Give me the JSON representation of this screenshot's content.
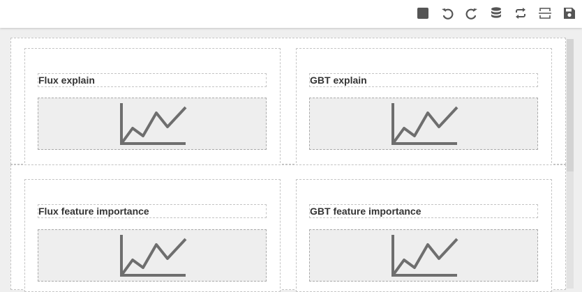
{
  "toolbar": {
    "buttons": [
      {
        "name": "stop-icon",
        "label": "stop"
      },
      {
        "name": "undo-icon",
        "label": "undo"
      },
      {
        "name": "redo-icon",
        "label": "redo"
      },
      {
        "name": "database-icon",
        "label": "datasource"
      },
      {
        "name": "refresh-icon",
        "label": "refresh"
      },
      {
        "name": "split-icon",
        "label": "layout"
      },
      {
        "name": "save-icon",
        "label": "save"
      }
    ],
    "icon_color": "#555555"
  },
  "dashboard": {
    "rows": [
      {
        "widgets": [
          {
            "title": "Flux explain",
            "icon": "line-chart-icon"
          },
          {
            "title": "GBT explain",
            "icon": "line-chart-icon"
          }
        ]
      },
      {
        "widgets": [
          {
            "title": "Flux feature importance",
            "icon": "line-chart-icon"
          },
          {
            "title": "GBT feature importance",
            "icon": "line-chart-icon"
          }
        ]
      }
    ]
  },
  "colors": {
    "toolbar_bg": "#ffffff",
    "canvas_bg": "#efefef",
    "placeholder_bg": "#eeeeee",
    "chart_icon": "#6e6e6e",
    "dashed_border": "#c4c4c4"
  }
}
